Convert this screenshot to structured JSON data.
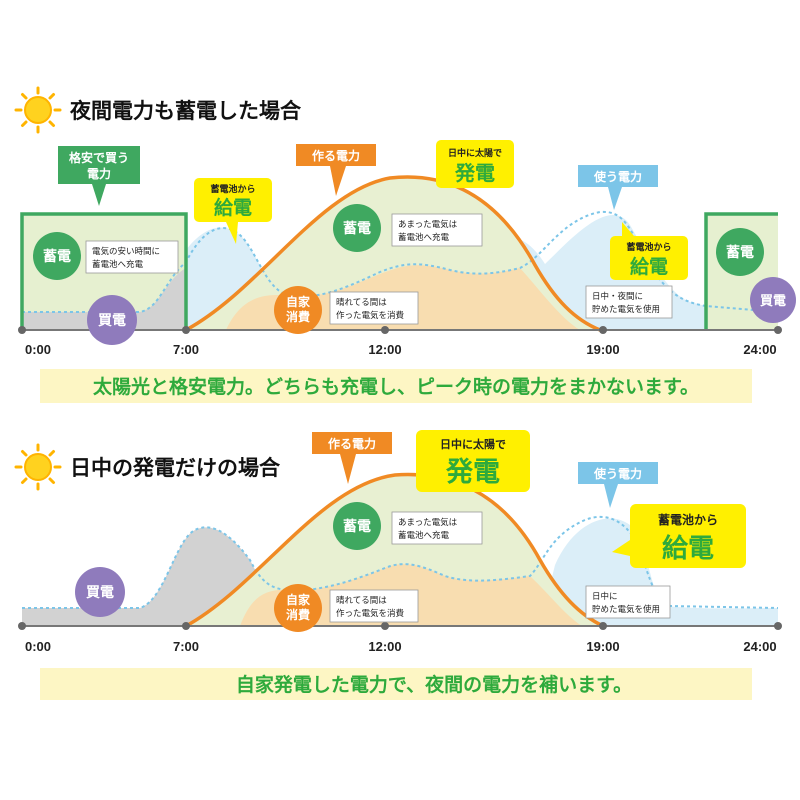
{
  "colors": {
    "orange": "#f08a24",
    "green": "#3fa860",
    "bright_green": "#2eaa3c",
    "purple": "#8f7bbc",
    "sky": "#7cc5e8",
    "yellow": "#fff000",
    "cream": "#fdf6c4",
    "grey_fill": "#d2d2d2"
  },
  "times": [
    "0:00",
    "7:00",
    "12:00",
    "19:00",
    "24:00"
  ],
  "scenario1": {
    "title": "夜間電力も蓄電した場合",
    "tag_cheap": [
      "格安で買う",
      "電力"
    ],
    "tag_make": "作る電力",
    "tag_gen_top": "日中に太陽で",
    "tag_gen_big": "発電",
    "tag_use": "使う電力",
    "supply1_small": "蓄電池から",
    "supply1_big": "給電",
    "supply2_small": "蓄電池から",
    "supply2_big": "給電",
    "store_label": "蓄電",
    "store_night_note": [
      "電気の安い時間に",
      "蓄電池へ充電"
    ],
    "store_day_note": [
      "あまった電気は",
      "蓄電池へ充電"
    ],
    "store_right_label": "蓄電",
    "buy_label": "買電",
    "buy_right_label": "買電",
    "self_label": [
      "自家",
      "消費"
    ],
    "self_note": [
      "晴れてる間は",
      "作った電気を消費"
    ],
    "use_note": [
      "日中・夜間に",
      "貯めた電気を使用"
    ],
    "caption": "太陽光と格安電力。どちらも充電し、ピーク時の電力をまかないます。"
  },
  "scenario2": {
    "title": "日中の発電だけの場合",
    "tag_make": "作る電力",
    "tag_gen_top": "日中に太陽で",
    "tag_gen_big": "発電",
    "tag_use": "使う電力",
    "supply_small": "蓄電池から",
    "supply_big": "給電",
    "store_label": "蓄電",
    "store_day_note": [
      "あまった電気は",
      "蓄電池へ充電"
    ],
    "buy_label": "買電",
    "self_label": [
      "自家",
      "消費"
    ],
    "self_note": [
      "晴れてる間は",
      "作った電気を消費"
    ],
    "use_note": [
      "日中に",
      "貯めた電気を使用"
    ],
    "caption": "自家発電した電力で、夜間の電力を補います。"
  }
}
